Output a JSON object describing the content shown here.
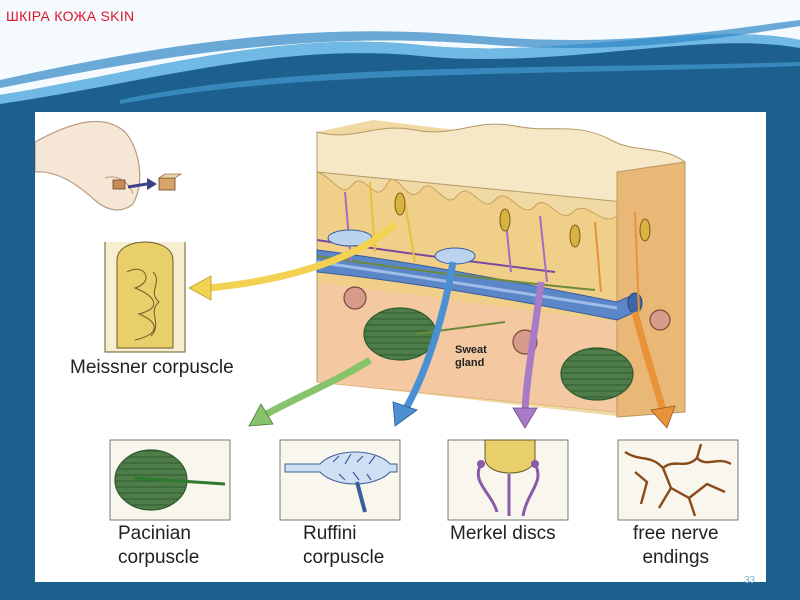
{
  "slide": {
    "title": "ШКІРА КОЖА SKIN",
    "page_number": "33"
  },
  "figure": {
    "labels": {
      "meissner": "Meissner corpuscle",
      "pacinian": [
        "Pacinian",
        "corpuscle"
      ],
      "ruffini": [
        "Ruffini",
        "corpuscle"
      ],
      "merkel": "Merkel discs",
      "free_nerve": [
        "free nerve",
        "endings"
      ],
      "sweat_gland": [
        "Sweat",
        "gland"
      ]
    }
  },
  "colors": {
    "background": "#1d5f8e",
    "title": "#e0162b",
    "arrow_meissner": "#f2d250",
    "arrow_pacinian": "#86c36a",
    "arrow_ruffini": "#4a90d2",
    "arrow_merkel": "#a77bc6",
    "arrow_free_nerve": "#e8923a"
  }
}
